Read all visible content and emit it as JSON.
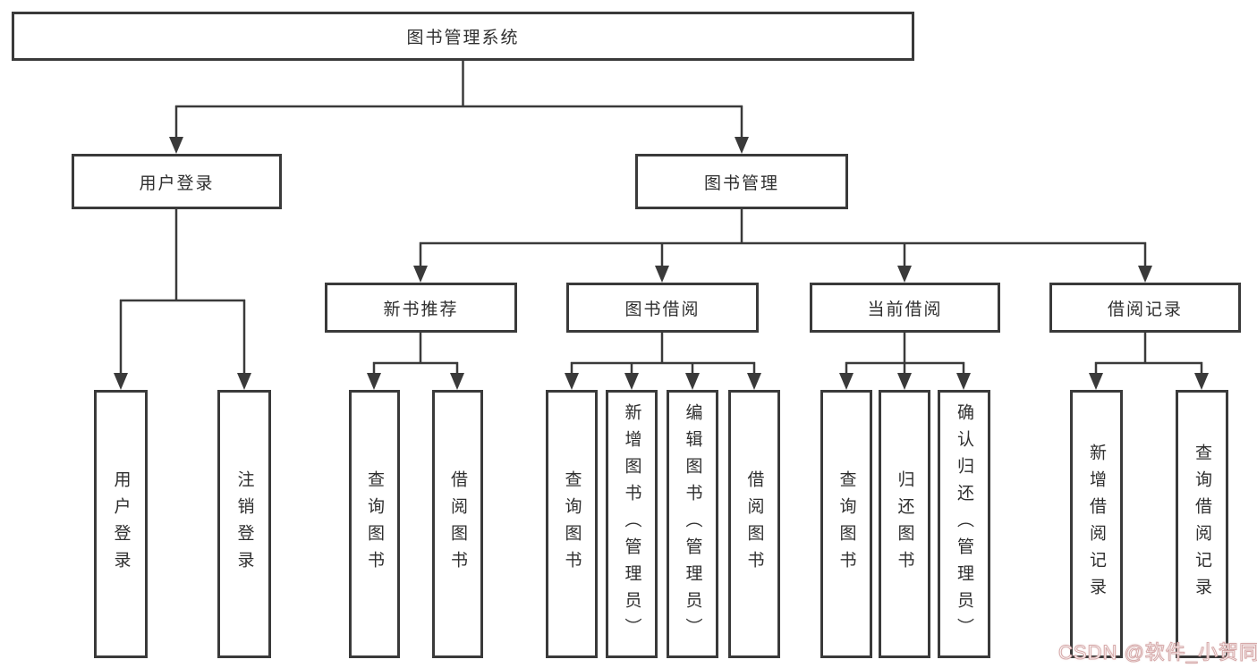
{
  "tree": {
    "root": {
      "label": "图书管理系统"
    },
    "branches": [
      {
        "label": "用户登录",
        "children": [
          {
            "label": "用户登录"
          },
          {
            "label": "注销登录"
          }
        ]
      },
      {
        "label": "图书管理",
        "children": [
          {
            "label": "新书推荐",
            "children": [
              {
                "label": "查询图书"
              },
              {
                "label": "借阅图书"
              }
            ]
          },
          {
            "label": "图书借阅",
            "children": [
              {
                "label": "查询图书"
              },
              {
                "label": "新增图书（管理员）"
              },
              {
                "label": "编辑图书（管理员）"
              },
              {
                "label": "借阅图书"
              }
            ]
          },
          {
            "label": "当前借阅",
            "children": [
              {
                "label": "查询图书"
              },
              {
                "label": "归还图书"
              },
              {
                "label": "确认归还（管理员）"
              }
            ]
          },
          {
            "label": "借阅记录",
            "children": [
              {
                "label": "新增借阅记录"
              },
              {
                "label": "查询借阅记录"
              }
            ]
          }
        ]
      }
    ]
  },
  "watermark": {
    "text": "CSDN @软件_小贺同学"
  },
  "colors": {
    "line": "#3a3a3a",
    "border": "#3a3a3a",
    "text": "#2f2f2f",
    "background": "#ffffff",
    "watermark_fill": "#ffffff",
    "watermark_outline": "#d6a9a9"
  }
}
